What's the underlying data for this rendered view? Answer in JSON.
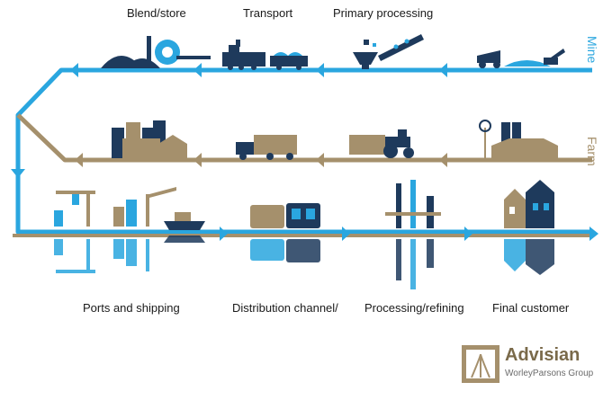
{
  "stages_top": {
    "blend": "Blend/store",
    "transport": "Transport",
    "primary": "Primary processing"
  },
  "stages_bottom": {
    "ports": "Ports and shipping",
    "distribution": "Distribution channel/",
    "processing": "Processing/refining",
    "final": "Final customer"
  },
  "side_labels": {
    "mine": "Mine",
    "farm": "Farm"
  },
  "brand": {
    "name": "Advisian",
    "sub": "WorleyParsons Group"
  },
  "colors": {
    "blue": "#2aa6df",
    "tan": "#a5906c",
    "navy": "#1e3a5c",
    "gray": "#6b6b6b"
  }
}
